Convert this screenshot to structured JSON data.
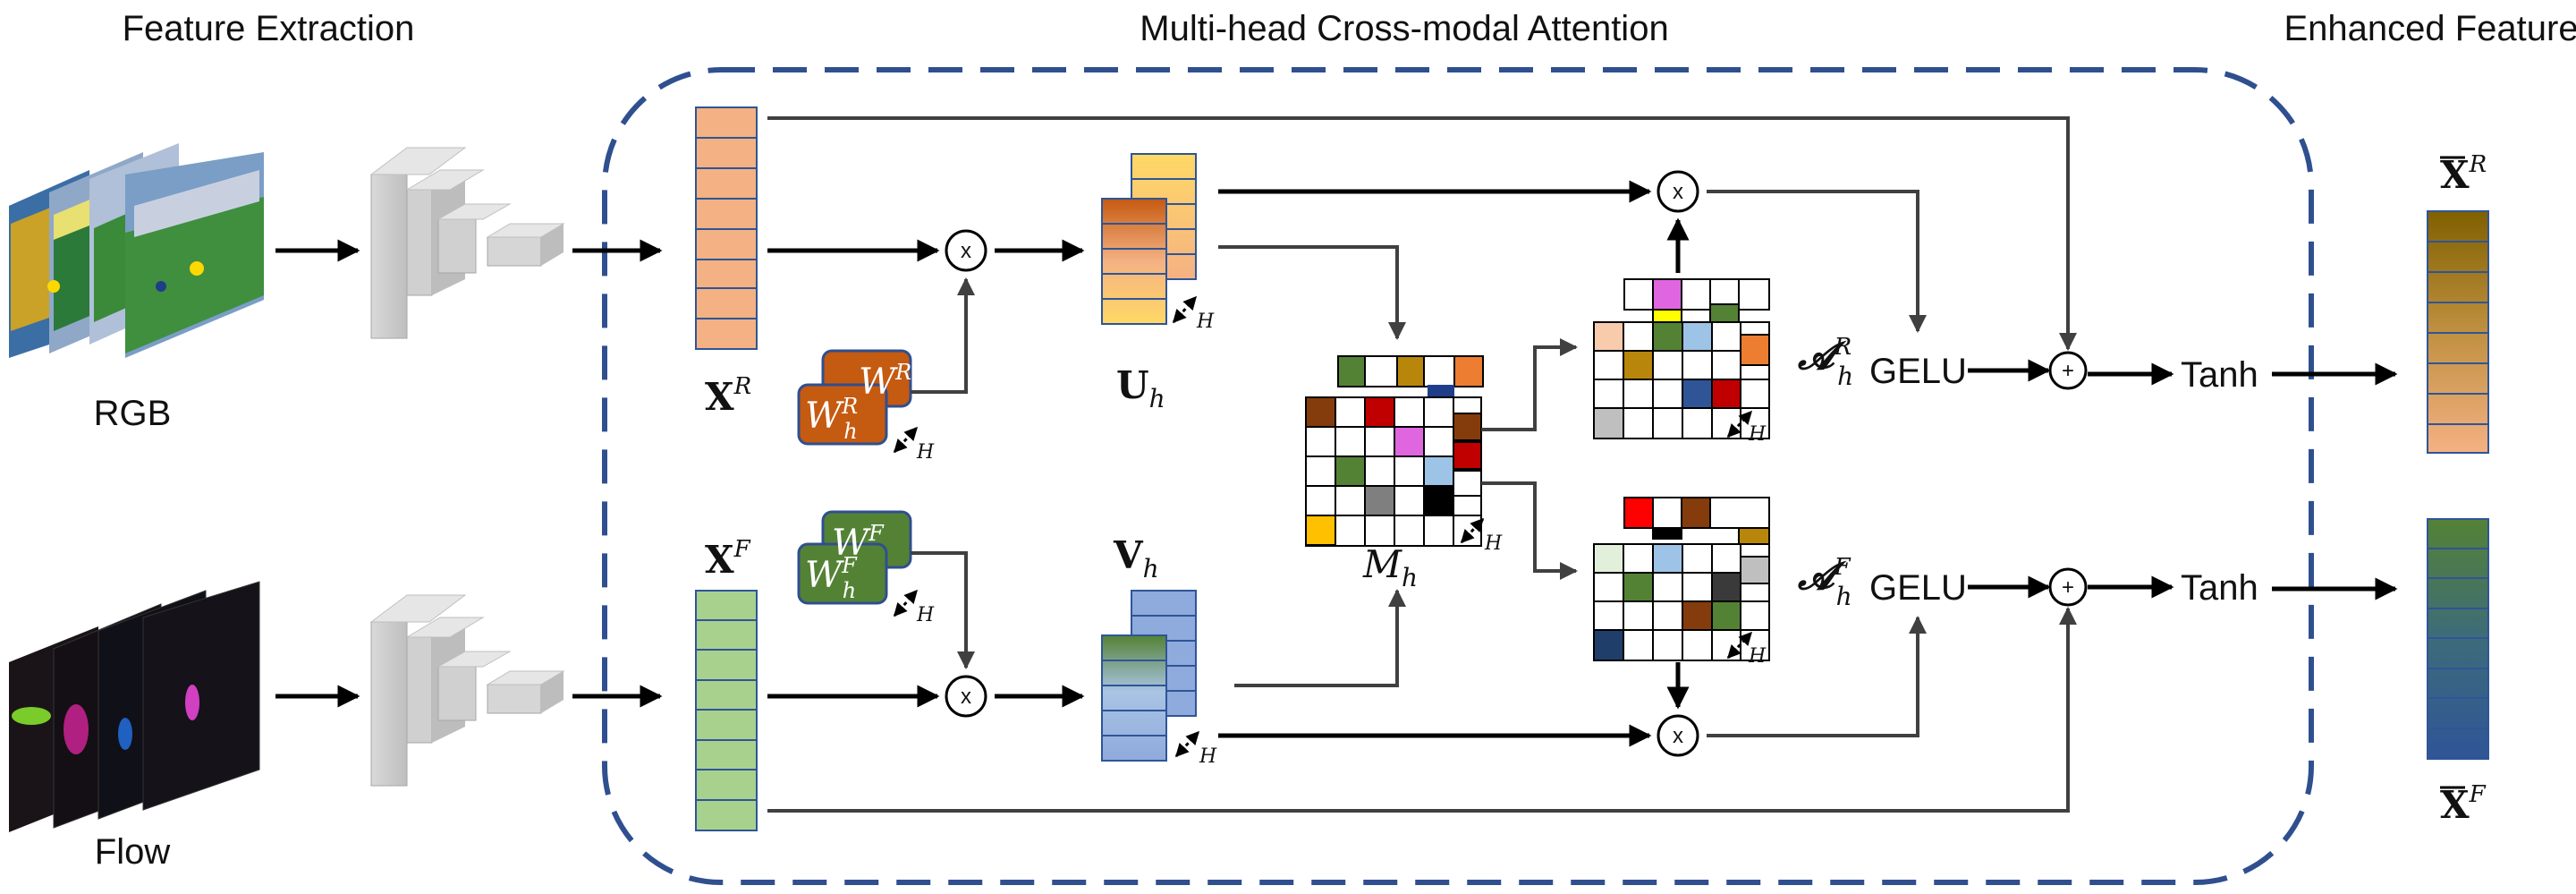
{
  "headers": {
    "feature_extraction": "Feature Extraction",
    "attention": "Multi-head Cross-modal Attention",
    "enhanced": "Enhanced Features"
  },
  "streams": {
    "rgb": "RGB",
    "flow": "Flow"
  },
  "symbols": {
    "x_base": "X",
    "r": "R",
    "f": "F",
    "w": "W",
    "h": "h",
    "u": "U",
    "v": "V",
    "m": "M",
    "a": "𝓐",
    "head_count": "H",
    "mult": "x",
    "plus": "+"
  },
  "ops": {
    "gelu": "GELU",
    "tanh": "Tanh"
  },
  "colors": {
    "border_dash": "#2f4f8f",
    "rgb_feature": "#f4b183",
    "flow_feature": "#a9d18e",
    "w_rgb": "#c55a11",
    "w_flow": "#548235",
    "u_top": "#ffd966",
    "u_bottom": "#c55a11",
    "v_top": "#548235",
    "v_bottom": "#8faadc",
    "out_rgb_top": "#7f6000",
    "out_rgb_bottom": "#f4b183",
    "out_flow_top": "#548235",
    "out_flow_bottom": "#2f5597",
    "arrow": "#000000",
    "line": "#404040"
  }
}
